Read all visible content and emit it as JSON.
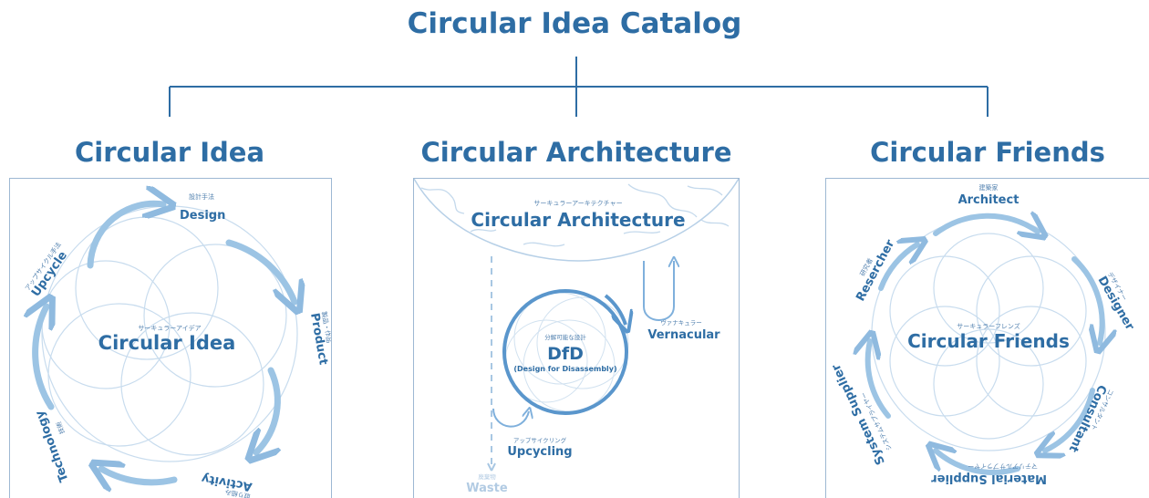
{
  "title": "Circular Idea Catalog",
  "columns": [
    {
      "heading": "Circular Idea",
      "center_sub": "サーキュラーアイデア",
      "center_label": "Circular Idea",
      "nodes": [
        {
          "sub": "設計手法",
          "label": "Design"
        },
        {
          "sub": "製品・作品",
          "label": "Product"
        },
        {
          "sub": "取り組み",
          "label": "Activity"
        },
        {
          "sub": "技術",
          "label": "Technology"
        },
        {
          "sub": "アップサイクル手法",
          "label": "Upcycle"
        }
      ]
    },
    {
      "heading": "Circular Architecture",
      "top_sub": "サーキュラーアーキテクチャー",
      "top_label": "Circular Architecture",
      "dfd_sub": "分解可能な設計",
      "dfd_label": "DfD",
      "dfd_paren": "(Design for Disassembly)",
      "vern_sub": "ヴァナキュラー",
      "vern_label": "Vernacular",
      "up_sub": "アップサイクリング",
      "up_label": "Upcycling",
      "waste_sub": "廃棄物",
      "waste_label": "Waste"
    },
    {
      "heading": "Circular Friends",
      "center_sub": "サーキュラーフレンズ",
      "center_label": "Circular Friends",
      "nodes": [
        {
          "sub": "建築家",
          "label": "Architect"
        },
        {
          "sub": "デザイナー",
          "label": "Designer"
        },
        {
          "sub": "コンサルタント",
          "label": "Consultant"
        },
        {
          "sub": "マテリアルサプライヤー",
          "label": "Material Supplier"
        },
        {
          "sub": "システムサプライヤー",
          "label": "System Supplier"
        },
        {
          "sub": "研究者",
          "label": "Resercher"
        }
      ]
    }
  ]
}
